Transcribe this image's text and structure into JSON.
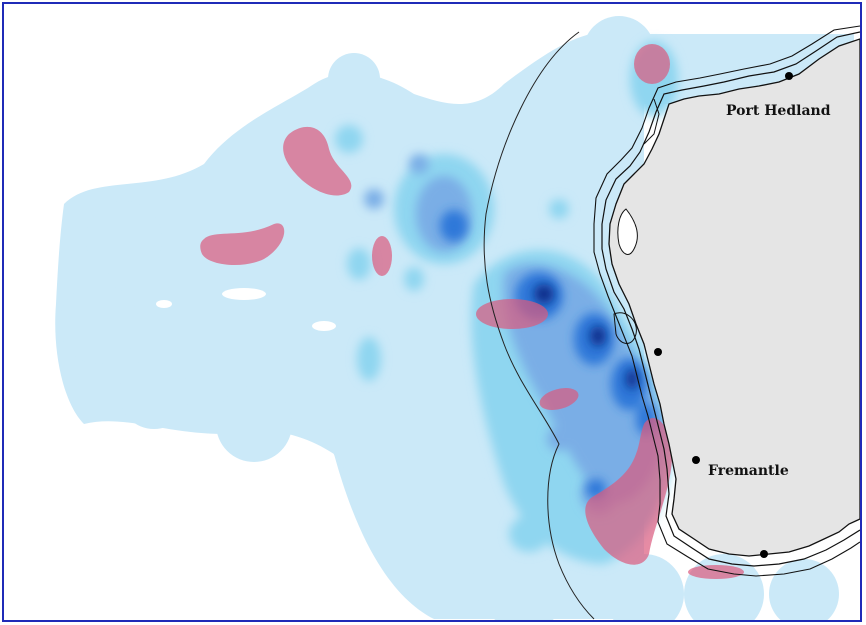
{
  "map": {
    "places": [
      {
        "id": "port-hedland",
        "label": "Port Hedland"
      },
      {
        "id": "fremantle",
        "label": "Fremantle"
      }
    ],
    "colors": {
      "low": "#cbe9f8",
      "mid": "#8fd6f0",
      "medium": "#7aaee6",
      "high": "#2f78d9",
      "peak": "#0b2f8a",
      "hotspot": "#dc5a7e",
      "land": "#e5e5e5",
      "frame": "#1f2bb8"
    }
  }
}
